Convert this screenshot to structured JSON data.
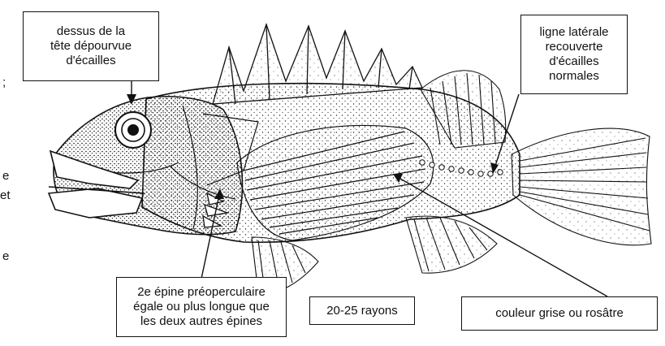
{
  "labels": {
    "head": [
      "dessus de la",
      "tête dépourvue",
      "d'écailles"
    ],
    "lateral_line": [
      "ligne latérale",
      "recouverte",
      "d'écailles",
      "normales"
    ],
    "spine": [
      "2e épine préoperculaire",
      "égale ou plus longue que",
      "les deux autres épines"
    ],
    "rays": "20-25 rayons",
    "color": "couleur grise ou rosâtre"
  },
  "edge_fragments": [
    ";",
    "e",
    "et",
    "e"
  ],
  "colors": {
    "ink": "#111111",
    "background": "#ffffff"
  }
}
